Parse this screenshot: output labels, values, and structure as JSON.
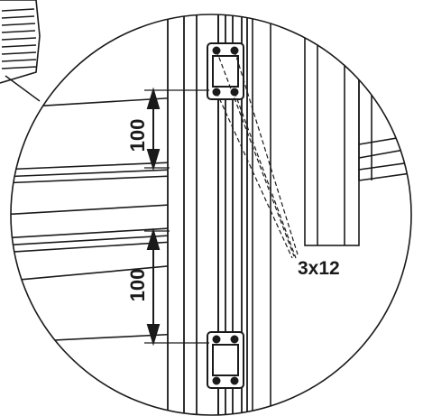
{
  "diagram": {
    "dimension_top": "100",
    "dimension_bottom": "100",
    "screw_spec": "3x12"
  }
}
